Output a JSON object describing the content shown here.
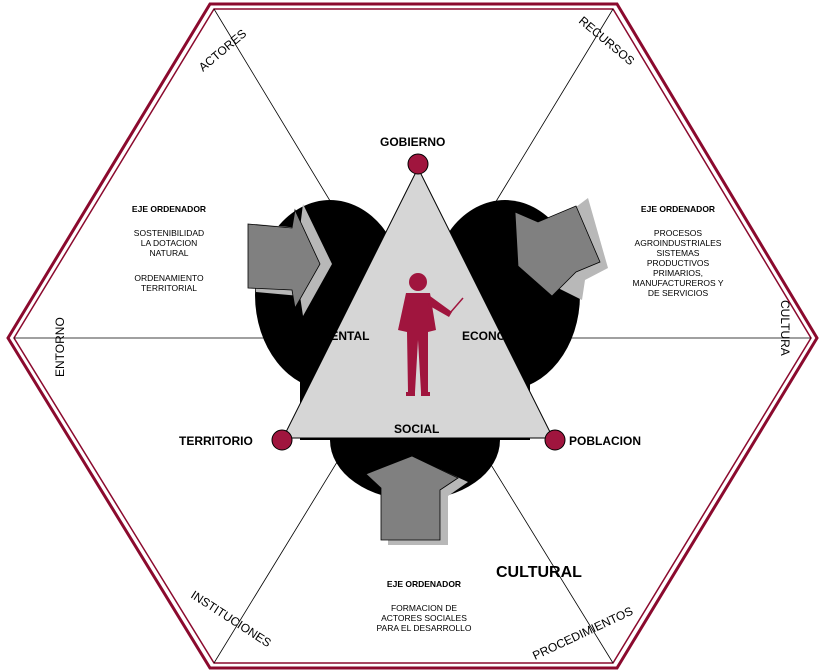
{
  "corners": {
    "actores": "ACTORES",
    "recursos": "RECURSOS",
    "entorno": "ENTORNO",
    "cultura": "CULTURA",
    "instituciones": "INSTITUCIONES",
    "procedimientos": "PROCEDIMIENTOS"
  },
  "vertices": {
    "gobierno": "GOBIERNO",
    "territorio": "TERRITORIO",
    "poblacion": "POBLACION"
  },
  "dimensions": {
    "ambiental": "IENTAL",
    "economica": "ECONO",
    "social": "SOCIAL",
    "cultural": "CULTURAL"
  },
  "left_block": {
    "title": "EJE ORDENADOR",
    "lines": [
      "SOSTENIBILIDAD",
      "LA DOTACION",
      "NATURAL"
    ],
    "lines2": [
      "ORDENAMIENTO",
      "TERRITORIAL"
    ]
  },
  "right_block": {
    "title": "EJE ORDENADOR",
    "lines": [
      "PROCESOS",
      "AGROINDUSTRIALES",
      "SISTEMAS",
      "PRODUCTIVOS",
      "PRIMARIOS,",
      "MANUFACTUREROS Y",
      "DE SERVICIOS"
    ]
  },
  "bottom_block": {
    "title": "EJE ORDENADOR",
    "lines": [
      "FORMACION DE",
      "ACTORES SOCIALES",
      "PARA EL DESARROLLO"
    ]
  },
  "colors": {
    "border": "#8b0a2e",
    "node": "#a0153e",
    "figure": "#a0153e",
    "triangle": "#d6d6d6",
    "arrow": "#808080",
    "arrow_shadow": "#b8b8b8",
    "blob": "#000000"
  }
}
